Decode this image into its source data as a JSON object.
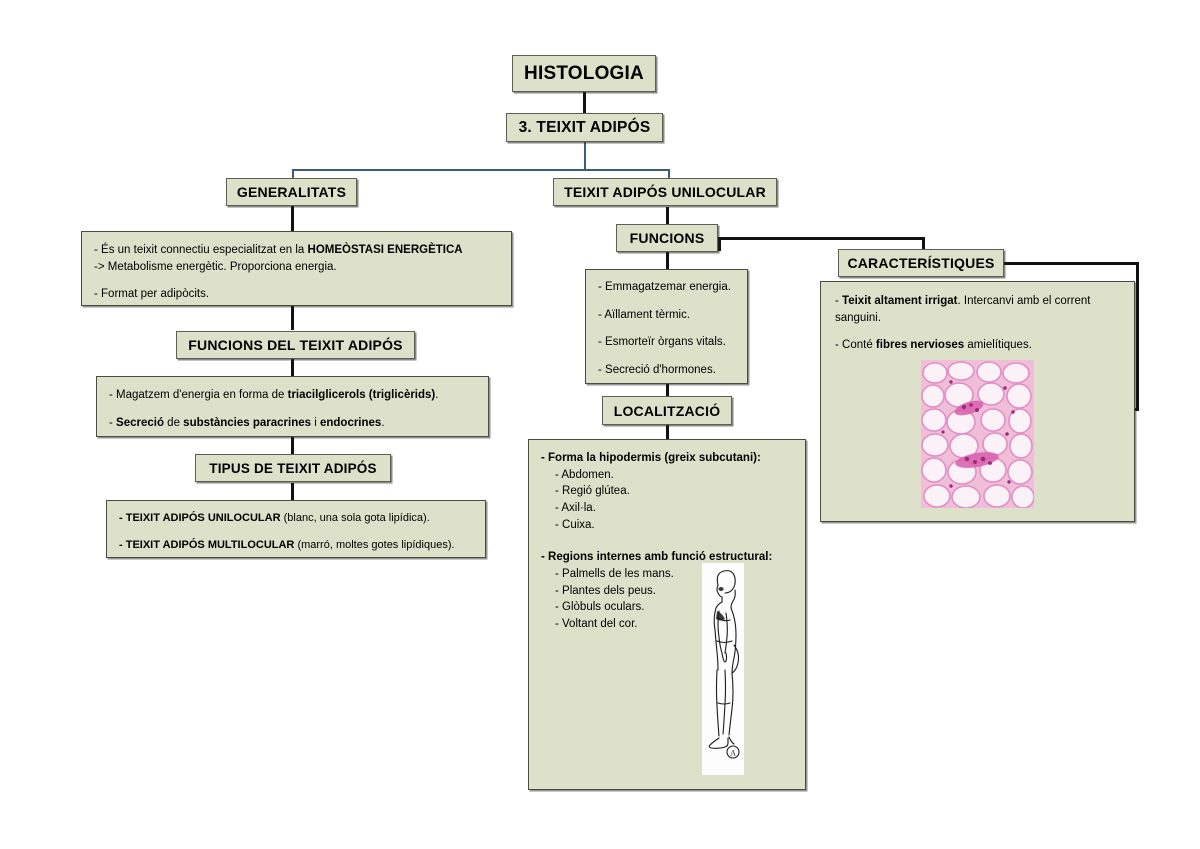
{
  "diagram": {
    "title": "HISTOLOGIA",
    "subtitle": "3. TEIXIT ADIPÓS",
    "colors": {
      "box_fill": "#dee1ca",
      "box_border": "#5d5f52",
      "connector": "#111111",
      "thin_connector": "#3d5a80",
      "page_background": "#ffffff"
    }
  },
  "generalitats": {
    "heading": "GENERALITATS",
    "lines": [
      {
        "pre": "- És un teixit connectiu especialitzat en la ",
        "bold": "HOMEÒSTASI ENERGÈTICA",
        "post": ""
      },
      {
        "pre": "-> Metabolisme energètic. Proporciona energia.",
        "bold": "",
        "post": ""
      },
      {
        "pre": "- Format per adipòcits.",
        "bold": "",
        "post": ""
      }
    ]
  },
  "funcions_teixit": {
    "heading": "FUNCIONS DEL TEIXIT ADIPÓS",
    "lines": [
      {
        "pre": "- Magatzem d'energia en forma de ",
        "bold": "triacilglicerols (triglicèrids)",
        "post": "."
      },
      {
        "pre": "- ",
        "bold": "Secreció",
        "mid": " de ",
        "bold2": "substàncies paracrines",
        "mid2": " i ",
        "bold3": "endocrines",
        "post": "."
      }
    ]
  },
  "tipus": {
    "heading": "TIPUS DE TEIXIT ADIPÓS",
    "lines": [
      {
        "bold": "- TEIXIT ADIPÓS UNILOCULAR",
        "post": " (blanc, una sola gota lipídica)."
      },
      {
        "bold": "- TEIXIT ADIPÓS MULTILOCULAR",
        "post": " (marró, moltes gotes lipídiques)."
      }
    ]
  },
  "unilocular": {
    "heading": "TEIXIT ADIPÓS UNILOCULAR"
  },
  "funcions": {
    "heading": "FUNCIONS",
    "items": [
      "- Emmagatzemar energia.",
      "- Aïllament tèrmic.",
      "- Esmorteïr òrgans vitals.",
      "- Secreció d'hormones."
    ]
  },
  "localitzacio": {
    "heading": "LOCALITZACIÓ",
    "group1_title": "- Forma la hipodermis (greix subcutani):",
    "group1_items": [
      "- Abdomen.",
      "- Regió glútea.",
      "- Axil·la.",
      "- Cuixa."
    ],
    "group2_title": "- Regions internes amb funció estructural:",
    "group2_items": [
      "- Palmells de les mans.",
      "- Plantes dels peus.",
      "- Glòbuls oculars.",
      "- Voltant del cor."
    ],
    "figure_caption": "A"
  },
  "caracteristiques": {
    "heading": "CARACTERÍSTIQUES",
    "lines": [
      {
        "pre": "- ",
        "bold": "Teixit altament irrigat",
        "post": ". Intercanvi amb el corrent"
      },
      {
        "pre": "  sanguini.",
        "bold": "",
        "post": ""
      },
      {
        "pre": "- Conté ",
        "bold": "fibres nervioses",
        "post": " amielítiques."
      }
    ],
    "image_name": "adipose-tissue-micrograph"
  }
}
